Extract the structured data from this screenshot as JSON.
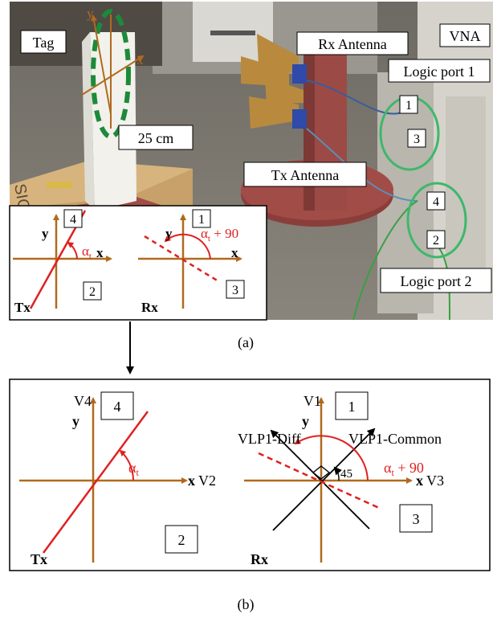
{
  "photo": {
    "labels": {
      "tag": "Tag",
      "rx_antenna": "Rx Antenna",
      "vna": "VNA",
      "logic_port_1": "Logic port 1",
      "size": "25 cm",
      "tx_antenna": "Tx Antenna",
      "logic_port_2": "Logic port 2",
      "tag_axis_y": "y",
      "tag_axis_x": "x",
      "port_box_1": "1",
      "port_box_3": "3",
      "port_box_4": "4",
      "port_box_2": "2"
    },
    "inset": {
      "tx": {
        "y": "y",
        "x": "x",
        "port_top": "4",
        "port_bottom": "2",
        "angle": "α",
        "angle_sub": "t",
        "name": "Tx"
      },
      "rx": {
        "y": "y",
        "x": "x",
        "port_top": "1",
        "port_bottom": "3",
        "angle": "α",
        "angle_sub": "t",
        "angle_suffix": " + 90",
        "name": "Rx"
      }
    }
  },
  "caption_a": "(a)",
  "panel_b": {
    "tx": {
      "v_top": "V4",
      "y": "y",
      "x": "x",
      "v_right": "V2",
      "port_top": "4",
      "port_bottom": "2",
      "angle": "α",
      "angle_sub": "t",
      "name": "Tx"
    },
    "rx": {
      "v_top": "V1",
      "y": "y",
      "x": "x",
      "v_right": "V3",
      "port_top": "1",
      "port_bottom": "3",
      "angle": "α",
      "angle_sub": "t",
      "angle_suffix": " + 90",
      "angle45": "45",
      "diff": "VLP1-Diff",
      "common": "VLP1-Common",
      "name": "Rx"
    }
  },
  "caption_b": "(b)",
  "colors": {
    "axis": "#b06a1e",
    "red": "#e02020",
    "green_ring": "#3db86a",
    "dashed_green": "#1c8a3a"
  }
}
